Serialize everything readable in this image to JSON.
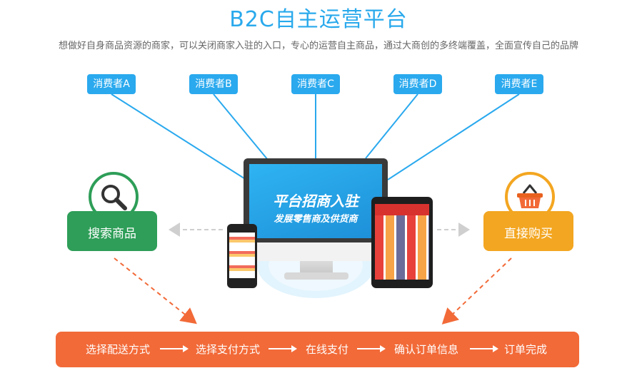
{
  "header": {
    "title": "B2C自主运营平台",
    "subtitle": "想做好自身商品资源的商家，可以关闭商家入驻的入口，专心的运营自主商品，通过大商创的多终端覆盖，全面宣传自己的品牌"
  },
  "consumers": [
    "消费者A",
    "消费者B",
    "消费者C",
    "消费者D",
    "消费者E"
  ],
  "monitor": {
    "line1": "平台招商入驻",
    "line2": "发展零售商及供货商"
  },
  "left_action": {
    "label": "搜索商品",
    "icon": "search-icon",
    "color": "#2e9e58"
  },
  "right_action": {
    "label": "直接购买",
    "icon": "basket-icon",
    "color": "#f3a621"
  },
  "flow": {
    "steps": [
      "选择配送方式",
      "选择支付方式",
      "在线支付",
      "确认订单信息",
      "订单完成"
    ],
    "color": "#f26a38"
  },
  "colors": {
    "accent": "#29a9ec",
    "line": "#2aa9ee",
    "dashed": "#f26a38"
  }
}
